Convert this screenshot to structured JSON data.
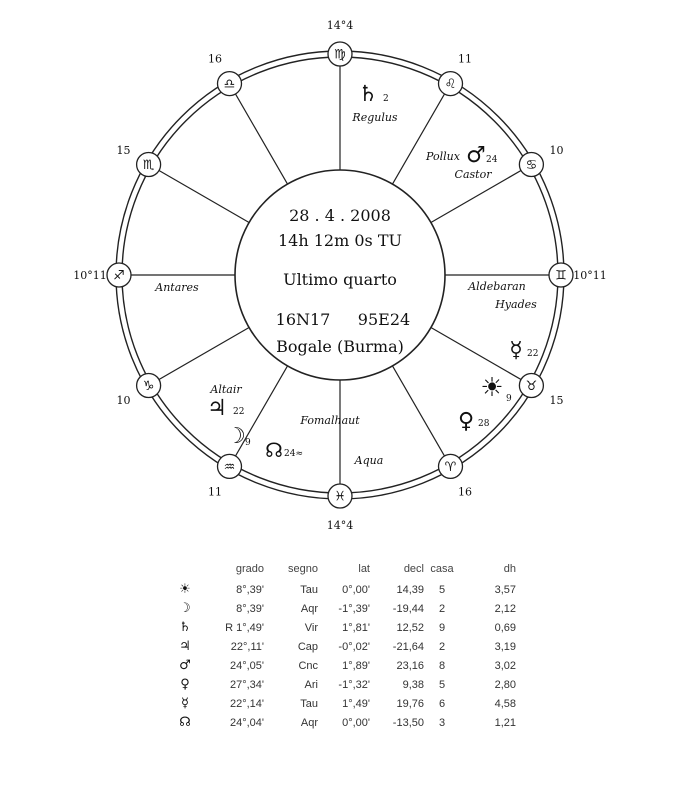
{
  "chart": {
    "date": "28 . 4 . 2008",
    "time": "14h 12m 0s  TU",
    "phase": "Ultimo quarto",
    "latitude": "16N17",
    "longitude": "95E24",
    "place": "Bogale (Burma)"
  },
  "cusps": [
    {
      "sign": "Virgo",
      "symbol": "♍",
      "degree": "14°4"
    },
    {
      "sign": "Leo",
      "symbol": "♌",
      "degree": "11"
    },
    {
      "sign": "Cancer",
      "symbol": "♋",
      "degree": "10"
    },
    {
      "sign": "Gemini",
      "symbol": "♊",
      "degree": "10°11"
    },
    {
      "sign": "Taurus",
      "symbol": "♉",
      "degree": "15"
    },
    {
      "sign": "Aries",
      "symbol": "♈",
      "degree": "16"
    },
    {
      "sign": "Pisces",
      "symbol": "♓",
      "degree": "14°4"
    },
    {
      "sign": "Aquarius",
      "symbol": "♒",
      "degree": "11"
    },
    {
      "sign": "Capricorn",
      "symbol": "♑",
      "degree": "10"
    },
    {
      "sign": "Sagittarius",
      "symbol": "♐",
      "degree": "10°11"
    },
    {
      "sign": "Scorpio",
      "symbol": "♏",
      "degree": "15"
    },
    {
      "sign": "Libra",
      "symbol": "♎",
      "degree": "16"
    }
  ],
  "stars": {
    "regulus": "Regulus",
    "pollux": "Pollux",
    "castor": "Castor",
    "aldebaran": "Aldebaran",
    "hyades": "Hyades",
    "antares": "Antares",
    "altair": "Altair",
    "fomalhaut": "Fomalhaut",
    "aqua": "Aqua"
  },
  "placements": {
    "saturn": {
      "symbol": "♄",
      "degree": "2"
    },
    "mars": {
      "symbol": "♂",
      "degree": "24"
    },
    "mercury": {
      "symbol": "☿",
      "degree": "22"
    },
    "sun": {
      "symbol": "☀",
      "degree": "9"
    },
    "venus": {
      "symbol": "♀",
      "degree": "28"
    },
    "node": {
      "symbol": "☊",
      "degree": "24≈"
    },
    "moon": {
      "symbol": "☽",
      "degree": "9"
    },
    "jupiter": {
      "symbol": "♃",
      "degree": "22"
    }
  },
  "table": {
    "headers": [
      "",
      "grado",
      "segno",
      "lat",
      "decl",
      "casa",
      "dh"
    ],
    "rows": [
      {
        "icon": "sun-icon",
        "symbol": "☀",
        "grado": "8°,39'",
        "segno": "Tau",
        "lat": "0°,00'",
        "decl": "14,39",
        "casa": "5",
        "dh": "3,57"
      },
      {
        "icon": "moon-icon",
        "symbol": "☽",
        "grado": "8°,39'",
        "segno": "Aqr",
        "lat": "-1°,39'",
        "decl": "-19,44",
        "casa": "2",
        "dh": "2,12"
      },
      {
        "icon": "saturn-icon",
        "symbol": "♄",
        "grado": "R 1°,49'",
        "segno": "Vir",
        "lat": "1°,81'",
        "decl": "12,52",
        "casa": "9",
        "dh": "0,69"
      },
      {
        "icon": "jupiter-icon",
        "symbol": "♃",
        "grado": "22°,11'",
        "segno": "Cap",
        "lat": "-0°,02'",
        "decl": "-21,64",
        "casa": "2",
        "dh": "3,19"
      },
      {
        "icon": "mars-icon",
        "symbol": "♂",
        "grado": "24°,05'",
        "segno": "Cnc",
        "lat": "1°,89'",
        "decl": "23,16",
        "casa": "8",
        "dh": "3,02"
      },
      {
        "icon": "venus-icon",
        "symbol": "♀",
        "grado": "27°,34'",
        "segno": "Ari",
        "lat": "-1°,32'",
        "decl": "9,38",
        "casa": "5",
        "dh": "2,80"
      },
      {
        "icon": "mercury-icon",
        "symbol": "☿",
        "grado": "22°,14'",
        "segno": "Tau",
        "lat": "1°,49'",
        "decl": "19,76",
        "casa": "6",
        "dh": "4,58"
      },
      {
        "icon": "node-icon",
        "symbol": "☊",
        "grado": "24°,04'",
        "segno": "Aqr",
        "lat": "0°,00'",
        "decl": "-13,50",
        "casa": "3",
        "dh": "1,21"
      }
    ]
  }
}
